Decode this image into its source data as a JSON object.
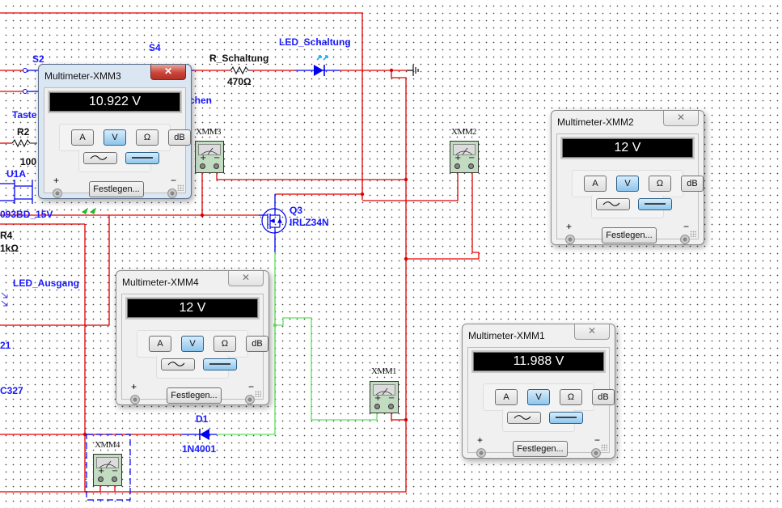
{
  "schematic": {
    "labels": {
      "s2": "S2",
      "s4": "S4",
      "r_schaltung": "R_Schaltung",
      "r_schaltung_value": "470Ω",
      "led_schaltung": "LED_Schaltung",
      "taste": "Taste",
      "chen": "chen",
      "r2": "R2",
      "r2_value": "100",
      "u1a": "U1A",
      "u1a_part": "093BD_15V",
      "r4": "R4",
      "r4_value": "1kΩ",
      "led_ausgang": "LED_Ausgang",
      "q1_partial": "21",
      "bc327": "C327",
      "q3": "Q3",
      "q3_part": "IRLZ34N",
      "d1": "D1",
      "d1_part": "1N4001"
    },
    "instruments": {
      "xmm1": "XMM1",
      "xmm2": "XMM2",
      "xmm3": "XMM3",
      "xmm4": "XMM4"
    },
    "wire_colors": {
      "red": "#e00000",
      "blue": "#0000ee",
      "green": "#5ee05e"
    }
  },
  "multimeters": [
    {
      "id": "xmm3",
      "title": "Multimeter-XMM3",
      "reading": "10.922 V",
      "active": true
    },
    {
      "id": "xmm2",
      "title": "Multimeter-XMM2",
      "reading": "12 V",
      "active": false
    },
    {
      "id": "xmm4",
      "title": "Multimeter-XMM4",
      "reading": "12 V",
      "active": false
    },
    {
      "id": "xmm1",
      "title": "Multimeter-XMM1",
      "reading": "11.988 V",
      "active": false
    }
  ],
  "multimeter_ui": {
    "modes": [
      "A",
      "V",
      "Ω",
      "dB"
    ],
    "selected_mode": "V",
    "waveforms": [
      "ac-wave-icon",
      "dc-line-icon"
    ],
    "selected_waveform": "dc-line-icon",
    "set_button": "Festlegen...",
    "plus": "+",
    "minus": "−",
    "close_glyph": "✕"
  }
}
